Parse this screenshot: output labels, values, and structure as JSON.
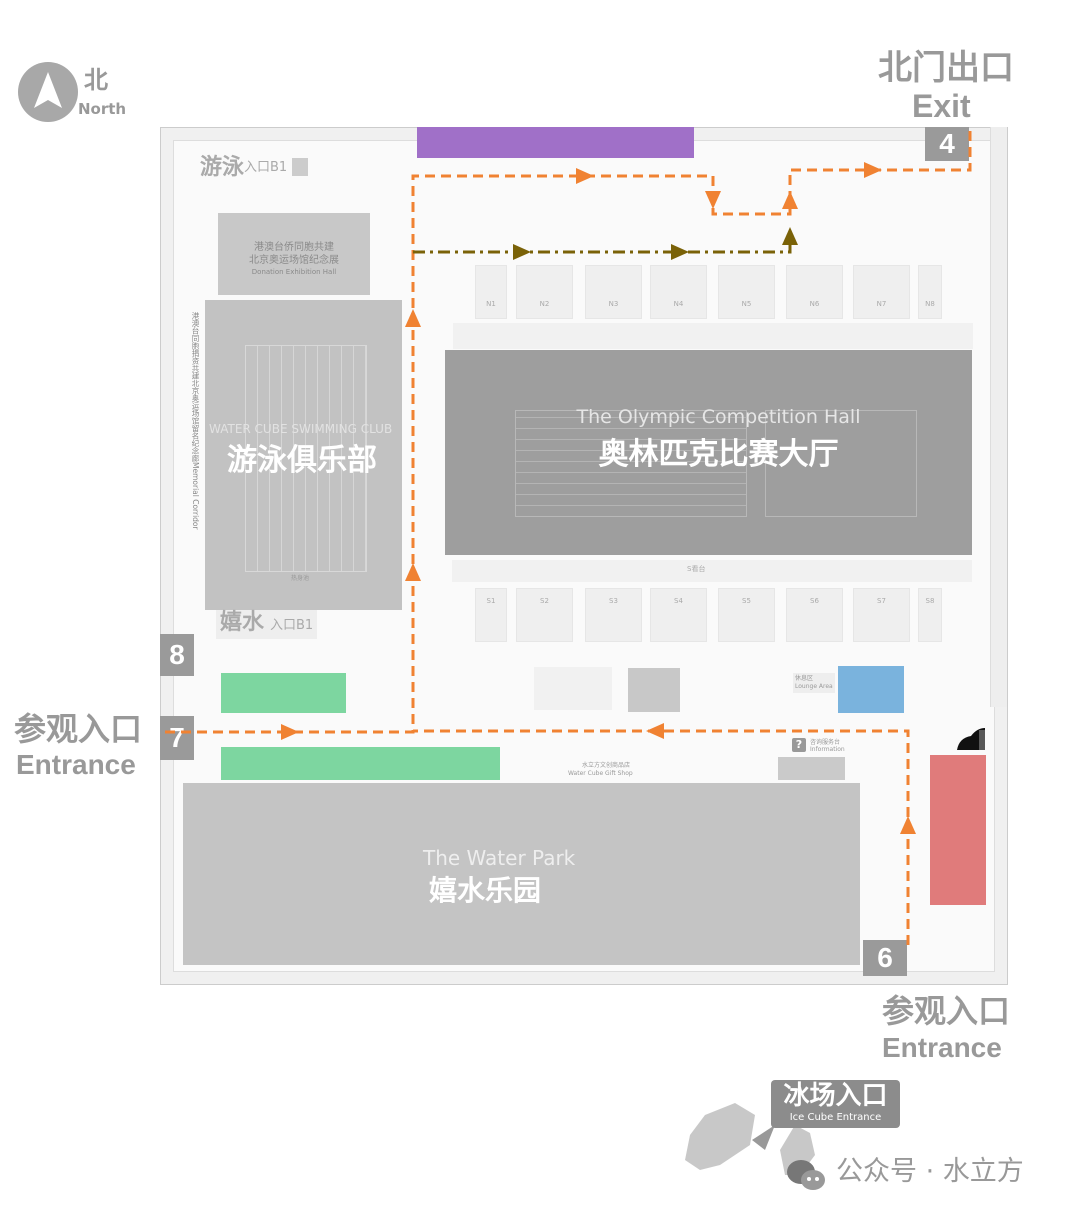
{
  "compass": {
    "cn": "北",
    "en": "North",
    "icon": "north-arrow-icon"
  },
  "exit": {
    "cn": "北门出口",
    "en": "Exit",
    "number": "4"
  },
  "gates": {
    "g8": "8",
    "g7": "7",
    "g6": "6"
  },
  "entrance_left": {
    "cn": "参观入口",
    "en": "Entrance"
  },
  "entrance_right": {
    "cn": "参观入口",
    "en": "Entrance"
  },
  "swim_entrance": {
    "cn": "游泳",
    "sub": "入口B1"
  },
  "water_entrance": {
    "cn": "嬉水",
    "sub": "入口B1"
  },
  "donation_hall": {
    "cn1": "港澳台侨同胞共建",
    "cn2": "北京奥运场馆纪念展",
    "en": "Donation Exhibition Hall"
  },
  "memorial_corridor": {
    "cn": "港澳台同胞捐资共建北京奥运场馆留名纪念廊",
    "en": "Memorial Corridor"
  },
  "swimming_club": {
    "en": "WATER CUBE  SWIMMING CLUB",
    "cn": "游泳俱乐部",
    "pool_label": "热身池"
  },
  "olympic_hall": {
    "en": "The Olympic Competition Hall",
    "cn": "奥林匹克比赛大厅"
  },
  "water_park": {
    "en": "The Water Park",
    "cn": "嬉水乐园"
  },
  "north_stand": [
    "N1",
    "N2",
    "N3",
    "N4",
    "N5",
    "N6",
    "N7",
    "N8"
  ],
  "south_stand_label": "S看台",
  "south_stand": [
    "S1",
    "S2",
    "S3",
    "S4",
    "S5",
    "S6",
    "S7",
    "S8"
  ],
  "lounge": {
    "cn": "休息区",
    "en": "Lounge Area"
  },
  "info": {
    "cn": "咨询服务台",
    "en": "Information",
    "icon": "question-icon"
  },
  "gift_shop": {
    "cn": "水立方文创商品店",
    "en": "Water Cube Gift Shop"
  },
  "ice_cube": {
    "cn": "冰场入口",
    "en": "Ice Cube Entrance"
  },
  "watermark": {
    "text": "公众号 · 水立方",
    "icon": "wechat-icon"
  },
  "colors": {
    "route_orange": "#f08232",
    "route_olive": "#7a6208",
    "purple_zone": "#a070c8",
    "green_zone": "#7dd6a0",
    "blue_zone": "#7ab3dd",
    "red_zone": "#e07b7b",
    "piano_icon": "#111111"
  }
}
